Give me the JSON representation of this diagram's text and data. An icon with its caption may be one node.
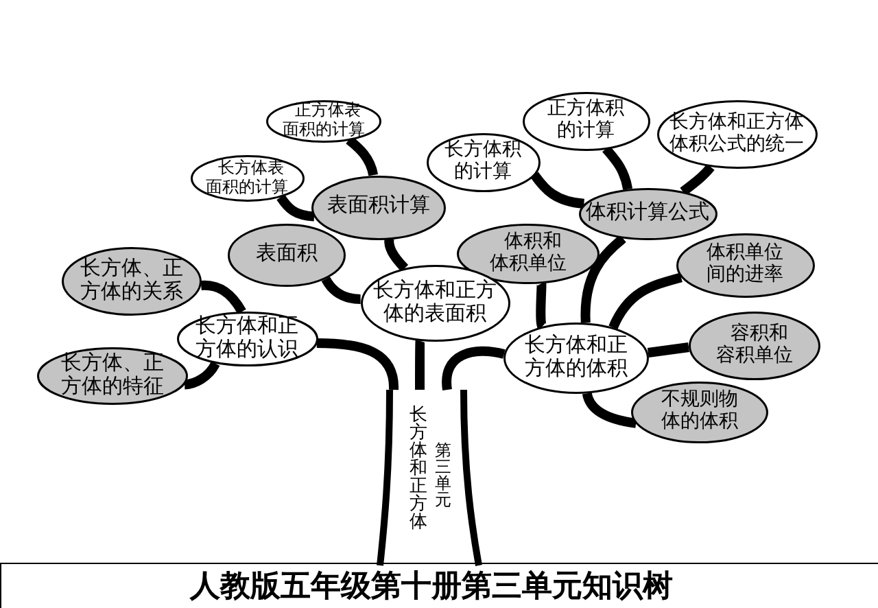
{
  "diagram": {
    "title": "人教版五年级第十册第三单元知识树",
    "nodes": [
      {
        "text": [
          "正方体表面积的计算"
        ]
      },
      {
        "text": [
          "正方体积的计算"
        ]
      },
      {
        "text": [
          "长方体和正方体体积公式的统一"
        ]
      },
      {
        "text": [
          "长方体表面积的计算"
        ]
      },
      {
        "text": [
          "长方体积的计算"
        ]
      },
      {
        "text": [
          "表面积计算"
        ]
      },
      {
        "text": [
          "体积计算公式"
        ]
      },
      {
        "text": [
          "表面积"
        ]
      },
      {
        "text": [
          "体积和体积单位"
        ]
      },
      {
        "text": [
          "体积单位间的进率"
        ]
      },
      {
        "text": [
          "长方体、正方体的关系"
        ]
      },
      {
        "text": [
          "长方体和正方体的表面积"
        ]
      },
      {
        "text": [
          "长方体和正方体的认识"
        ]
      },
      {
        "text": [
          "容积和容积单位"
        ]
      },
      {
        "text": [
          "长方体和正方体的体积"
        ]
      },
      {
        "text": [
          "长方体、正方体的特征"
        ]
      },
      {
        "text": [
          "不规则物体的体积"
        ]
      },
      {
        "text": [
          "长方体和正方体",
          "第三单元"
        ]
      }
    ],
    "edges": [
      {
        "from": 17,
        "to": 12,
        "arrow": "none"
      },
      {
        "from": 17,
        "to": 11,
        "arrow": "none"
      },
      {
        "from": 17,
        "to": 14,
        "arrow": "none"
      },
      {
        "from": 12,
        "to": 10,
        "arrow": "none"
      },
      {
        "from": 12,
        "to": 15,
        "arrow": "none"
      },
      {
        "from": 11,
        "to": 7,
        "arrow": "none"
      },
      {
        "from": 11,
        "to": 5,
        "arrow": "none"
      },
      {
        "from": 5,
        "to": 3,
        "arrow": "none"
      },
      {
        "from": 5,
        "to": 0,
        "arrow": "none"
      },
      {
        "from": 14,
        "to": 8,
        "arrow": "none"
      },
      {
        "from": 14,
        "to": 6,
        "arrow": "none"
      },
      {
        "from": 6,
        "to": 4,
        "arrow": "none"
      },
      {
        "from": 6,
        "to": 1,
        "arrow": "none"
      },
      {
        "from": 6,
        "to": 2,
        "arrow": "none"
      },
      {
        "from": 14,
        "to": 9,
        "arrow": "none"
      },
      {
        "from": 14,
        "to": 13,
        "arrow": "none"
      },
      {
        "from": 14,
        "to": 16,
        "arrow": "none"
      }
    ]
  }
}
